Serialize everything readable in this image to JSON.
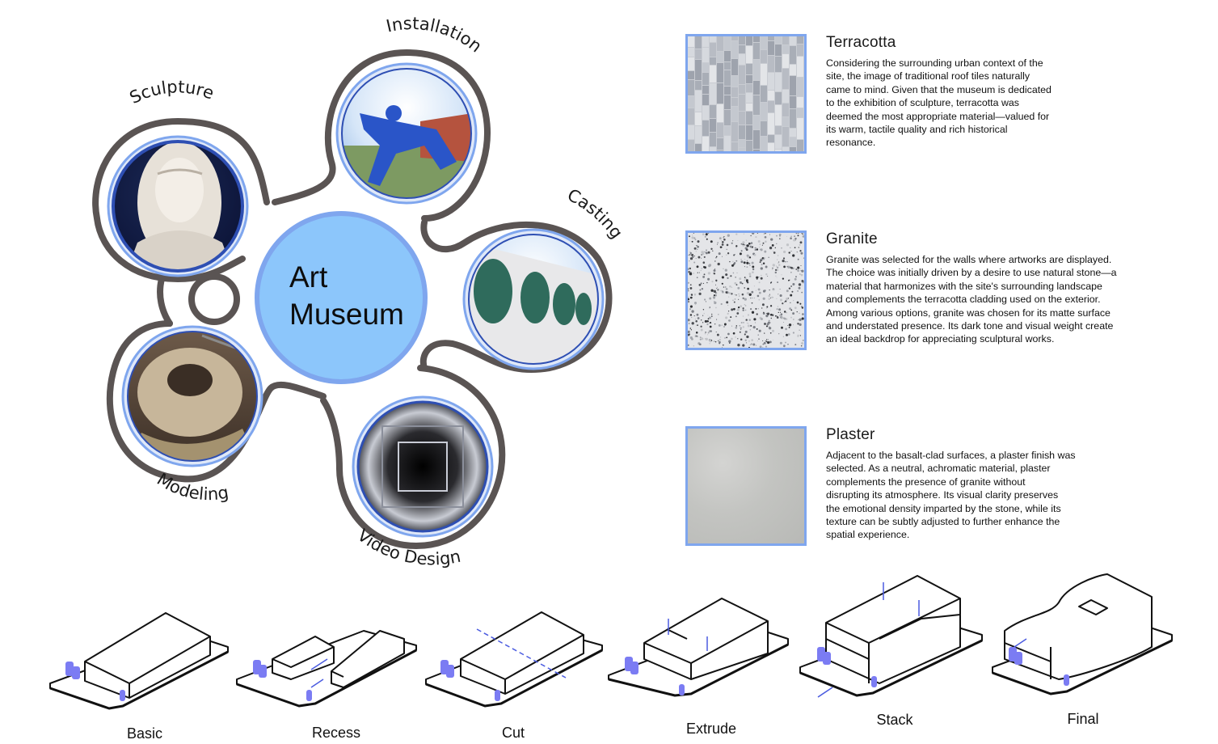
{
  "hub": {
    "line1": "Art",
    "line2": "Museum",
    "fill_color": "#8cc6fb",
    "ring_color": "#7fa6ee",
    "outline_color": "#5a5453"
  },
  "nodes": [
    {
      "id": "sculpture",
      "label": "Sculpture",
      "image": "veiled marble bust"
    },
    {
      "id": "installation",
      "label": "Installation",
      "image": "blue figure sculpture outdoors"
    },
    {
      "id": "casting",
      "label": "Casting",
      "image": "green cast faces on wall"
    },
    {
      "id": "video",
      "label": "Video Design",
      "image": "black and white projection tunnel"
    },
    {
      "id": "modeling",
      "label": "Modeling",
      "image": "clay head model on workbench"
    }
  ],
  "materials": [
    {
      "name": "Terracotta",
      "lines": [
        "Considering the surrounding urban context of the",
        "site, the image of traditional roof tiles naturally",
        "came to mind. Given that the museum is dedicated",
        "to the exhibition of sculpture, terracotta was",
        "deemed the most appropriate material—valued for",
        "its warm, tactile quality and rich historical",
        "resonance."
      ]
    },
    {
      "name": "Granite",
      "lines": [
        "Granite was selected for the walls where artworks are displayed.",
        "The choice was initially driven by a desire to use natural stone—a",
        "material that harmonizes with the site's surrounding landscape",
        "and complements the terracotta cladding used on the exterior.",
        "Among various options, granite was chosen for its matte surface",
        "and understated presence. Its dark tone and visual weight create",
        "an ideal backdrop for appreciating sculptural works."
      ]
    },
    {
      "name": "Plaster",
      "lines": [
        "Adjacent to the basalt-clad surfaces, a plaster finish was",
        "selected. As a neutral, achromatic material, plaster",
        "complements the presence of granite without",
        "disrupting its atmosphere. Its visual clarity preserves",
        "the emotional density imparted by the stone, while its",
        "texture can be subtly adjusted to further enhance the",
        "spatial experience."
      ]
    }
  ],
  "steps": [
    {
      "label": "Basic"
    },
    {
      "label": "Recess"
    },
    {
      "label": "Cut"
    },
    {
      "label": "Extrude"
    },
    {
      "label": "Stack"
    },
    {
      "label": "Final"
    }
  ],
  "accent_color": "#7b7cf3"
}
